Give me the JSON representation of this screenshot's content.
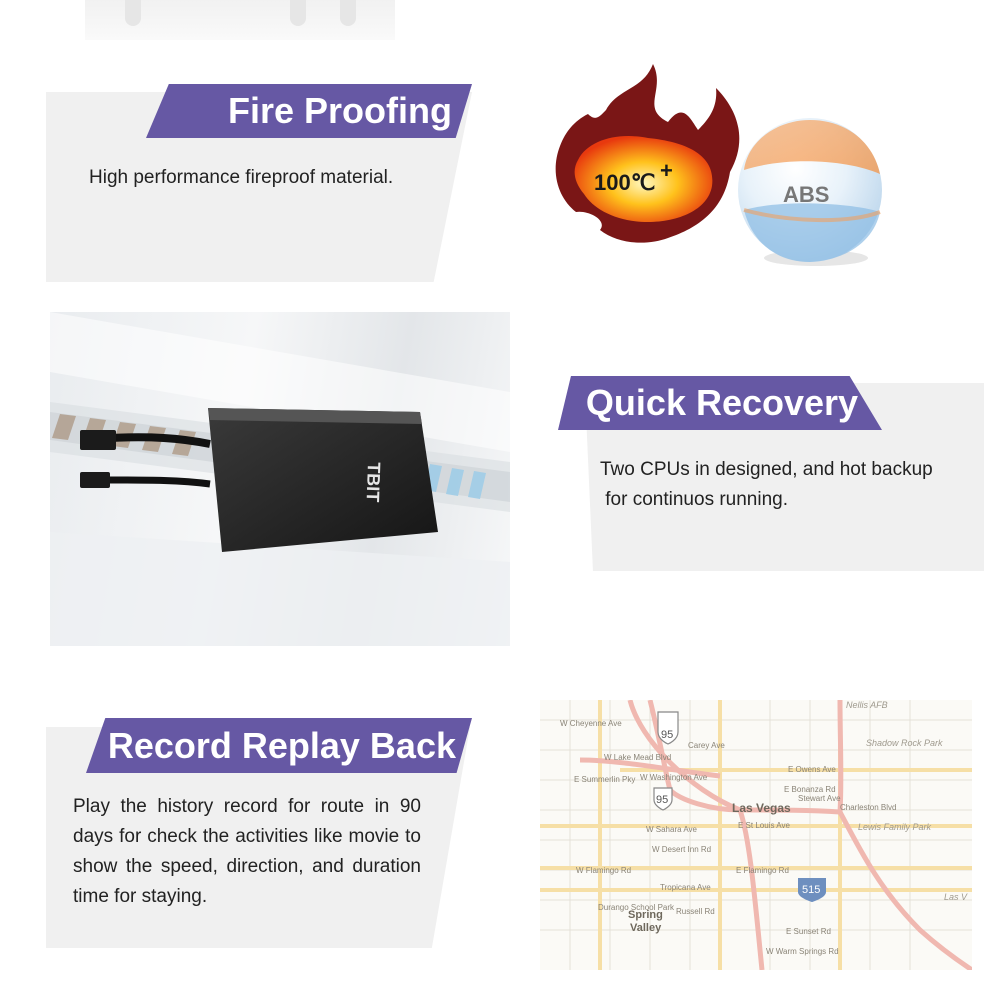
{
  "sections": {
    "fire": {
      "title": "Fire Proofing",
      "description": "High performance fireproof material.",
      "temp_label": "100℃",
      "temp_plus": "+",
      "material_label": "ABS"
    },
    "recovery": {
      "title": "Quick Recovery",
      "description_line1": "Two CPUs in designed, and hot backup",
      "description_line2": " for continuos running.",
      "device_brand": "TBIT"
    },
    "replay": {
      "title": "Record Replay Back",
      "description": "Play the history record for route in 90 days for check the activities like movie to show the speed, direction, and duration time for staying."
    }
  },
  "map": {
    "labels": {
      "las_vegas": "Las Vegas",
      "w_cheyenne": "W Cheyenne Ave",
      "w_lake_mead": "W Lake Mead Blvd",
      "w_washington": "W Washington Ave",
      "e_summerlin": "E Summerlin Pky",
      "carey": "Carey Ave",
      "w_sahara": "W Sahara Ave",
      "w_desert_inn": "W Desert Inn Rd",
      "w_flamingo": "W Flamingo Rd",
      "e_flamingo": "E Flamingo Rd",
      "tropicana": "Tropicana Ave",
      "e_owens": "E Owens Ave",
      "e_bonanza": "E Bonanza Rd",
      "stewart": "Stewart Ave",
      "e_st_louis": "E St Louis Ave",
      "e_sunset": "E Sunset Rd",
      "w_warm_springs": "W Warm Springs Rd",
      "spring_valley_1": "Spring",
      "spring_valley_2": "Valley",
      "charleston": "Charleston Blvd",
      "lewis_family_park": "Lewis Family Park",
      "shadow_rock": "Shadow Rock Park",
      "nellis": "Nellis AFB",
      "durango": "Durango School Park",
      "russell": "Russell Rd",
      "route_95_top": "95",
      "route_95_mid": "95",
      "route_515": "515",
      "las_v": "Las V"
    }
  }
}
